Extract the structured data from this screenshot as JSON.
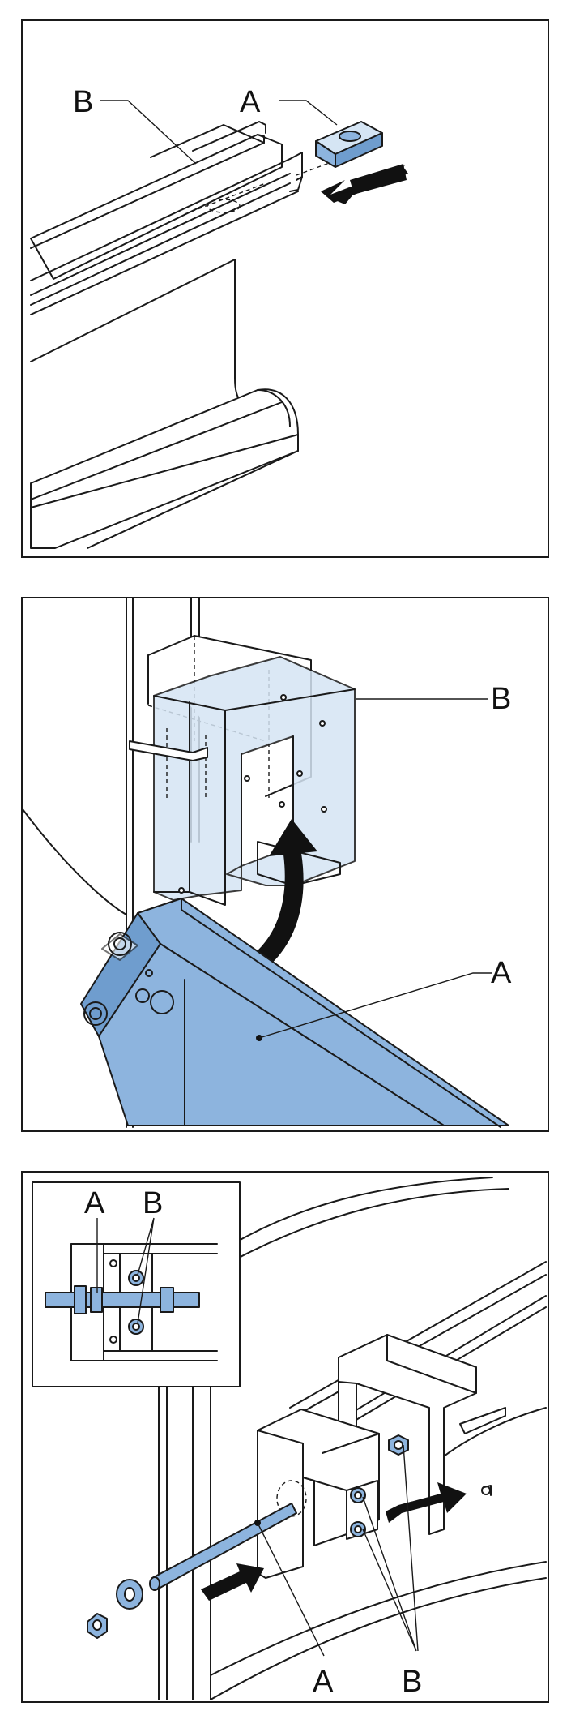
{
  "panels": [
    {
      "callouts": {
        "a": "A",
        "b": "B"
      }
    },
    {
      "callouts": {
        "a": "A",
        "b": "B"
      }
    },
    {
      "callouts": {
        "a": "A",
        "b": "B"
      },
      "inset_callouts": {
        "a": "A",
        "b": "B"
      }
    }
  ],
  "colors": {
    "highlight": "#8db4de",
    "highlight_light": "#d5e5f4",
    "outline": "#1a1a1a",
    "arrow": "#111111"
  },
  "icons": {
    "direction_arrow": "arrow-icon",
    "rotate_arrow": "curved-arrow-icon"
  }
}
